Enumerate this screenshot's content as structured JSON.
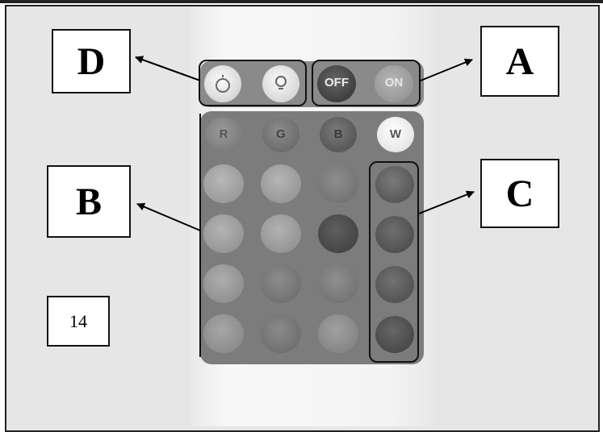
{
  "callouts": {
    "a": "A",
    "b": "B",
    "c": "C",
    "d": "D"
  },
  "page_number": "14",
  "remote": {
    "off_label": "OFF",
    "on_label": "ON",
    "color_row": [
      "R",
      "G",
      "B",
      "W"
    ]
  },
  "colors": {
    "frame_border": "#222222",
    "background": "#e6e6e6",
    "remote_body": "#f4f4f4",
    "button_panel": "#7c7c7c"
  }
}
